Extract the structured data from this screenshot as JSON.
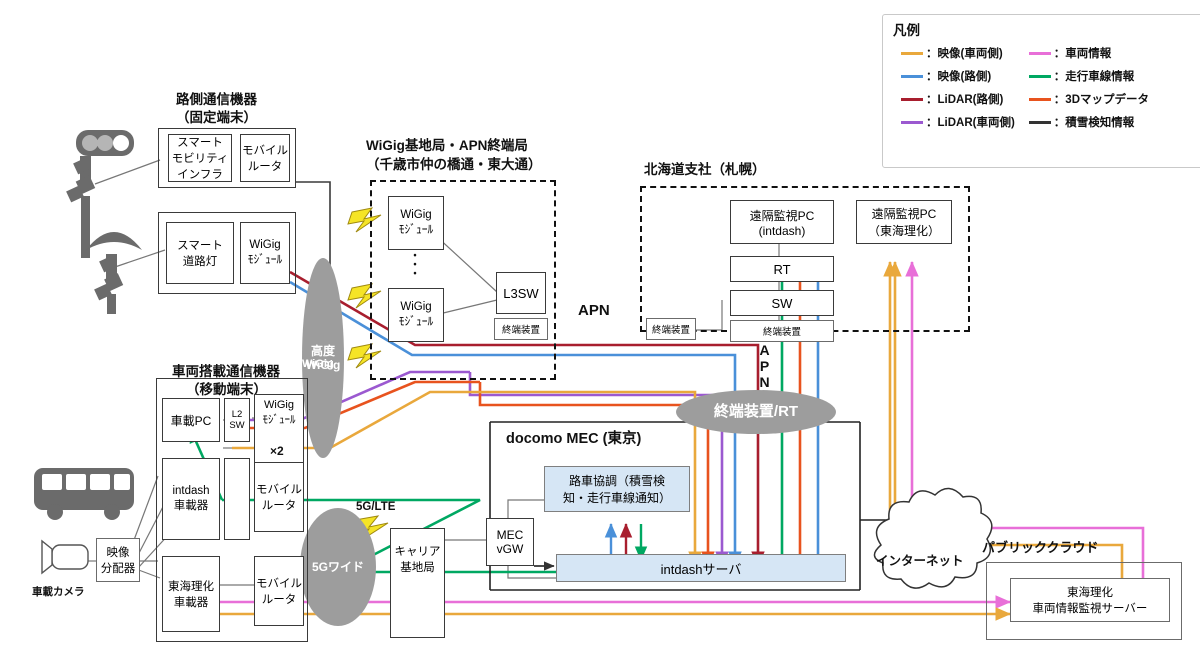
{
  "legend": {
    "title": "凡例",
    "items_left": [
      {
        "label": "：映像(車両側)",
        "color": "#E9A83C",
        "name": "video-vehicle"
      },
      {
        "label": "：映像(路側)",
        "color": "#4A90D9",
        "name": "video-roadside"
      },
      {
        "label": "：LiDAR(路側)",
        "color": "#A81E2E",
        "name": "lidar-roadside"
      },
      {
        "label": "：LiDAR(車両側)",
        "color": "#9B59D0",
        "name": "lidar-vehicle"
      }
    ],
    "items_right": [
      {
        "label": "：車両情報",
        "color": "#E86FD8",
        "name": "vehicle-info"
      },
      {
        "label": "：走行車線情報",
        "color": "#00A862",
        "name": "lane-info"
      },
      {
        "label": "：3Dマップデータ",
        "color": "#E8531E",
        "name": "3d-map-data"
      },
      {
        "label": "：積雪検知情報",
        "color": "#333333",
        "name": "snow-detection"
      }
    ]
  },
  "roadside": {
    "title_line1": "路側通信機器",
    "title_line2": "（固定端末）",
    "smart_mobility": "スマート\nモビリティ\nインフラ",
    "mobile_router_1": "モバイル\nルータ",
    "smart_street_light": "スマート\n道路灯",
    "wigig_module_rs": "WiGig\nﾓｼﾞｭｰﾙ"
  },
  "wigig_station": {
    "title_line1": "WiGig基地局・APN終端局",
    "title_line2": "（千歳市仲の橋通・東大通）",
    "wigig_module_top": "WiGig\nﾓｼﾞｭｰﾙ",
    "wigig_module_bottom": "WiGig\nﾓｼﾞｭｰﾙ",
    "l3sw": "L3SW",
    "terminal": "終端装置",
    "dots": "・\n・\n・"
  },
  "hokkaido": {
    "title": "北海道支社（札幌）",
    "remote_pc_intdash": "遠隔監視PC\n(intdash)",
    "remote_pc_tokai": "遠隔監視PC\n（東海理化）",
    "rt": "RT",
    "sw": "SW",
    "terminal": "終端装置",
    "terminal_left": "終端装置"
  },
  "vehicle": {
    "title_line1": "車両搭載通信機器",
    "title_line2": "（移動端末）",
    "onboard_pc": "車載PC",
    "l2sw": "L2\nSW",
    "wigig_module": "WiGig\nﾓｼﾞｭｰﾙ",
    "wigig_x2": "×2",
    "intdash_unit": "intdash\n車載器",
    "mobile_router_1": "モバイル\nルータ",
    "tokai_unit": "東海理化\n車載器",
    "mobile_router_2": "モバイル\nルータ",
    "video_splitter": "映像\n分配器",
    "onboard_camera": "車載カメラ"
  },
  "network": {
    "apn_top": "APN",
    "apn_vertical": "APN",
    "advanced_wigig": "高度\nWiGig",
    "wigig_small": "WiGig",
    "fiveg_wide": "5Gワイド",
    "fiveg_lte": "5G/LTE",
    "terminal_rt": "終端装置/RT",
    "carrier_base": "キャリア\n基地局",
    "mec_vgw": "MEC\nvGW"
  },
  "mec": {
    "title": "docomo MEC (東京)",
    "cooperation": "路車協調（積雪検\n知・走行車線通知）",
    "intdash_server": "intdashサーバ"
  },
  "cloud": {
    "internet": "インターネット",
    "public_cloud": "パブリッククラウド",
    "tokai_server": "東海理化\n車両情報監視サーバー"
  },
  "colors": {
    "video_vehicle": "#E9A83C",
    "video_roadside": "#4A90D9",
    "lidar_roadside": "#A81E2E",
    "lidar_vehicle": "#9B59D0",
    "vehicle_info": "#E86FD8",
    "lane_info": "#00A862",
    "map_3d": "#E8531E",
    "snow": "#333333",
    "gray_fill": "#9d9d9d",
    "blue_fill": "#d6e6f5"
  }
}
